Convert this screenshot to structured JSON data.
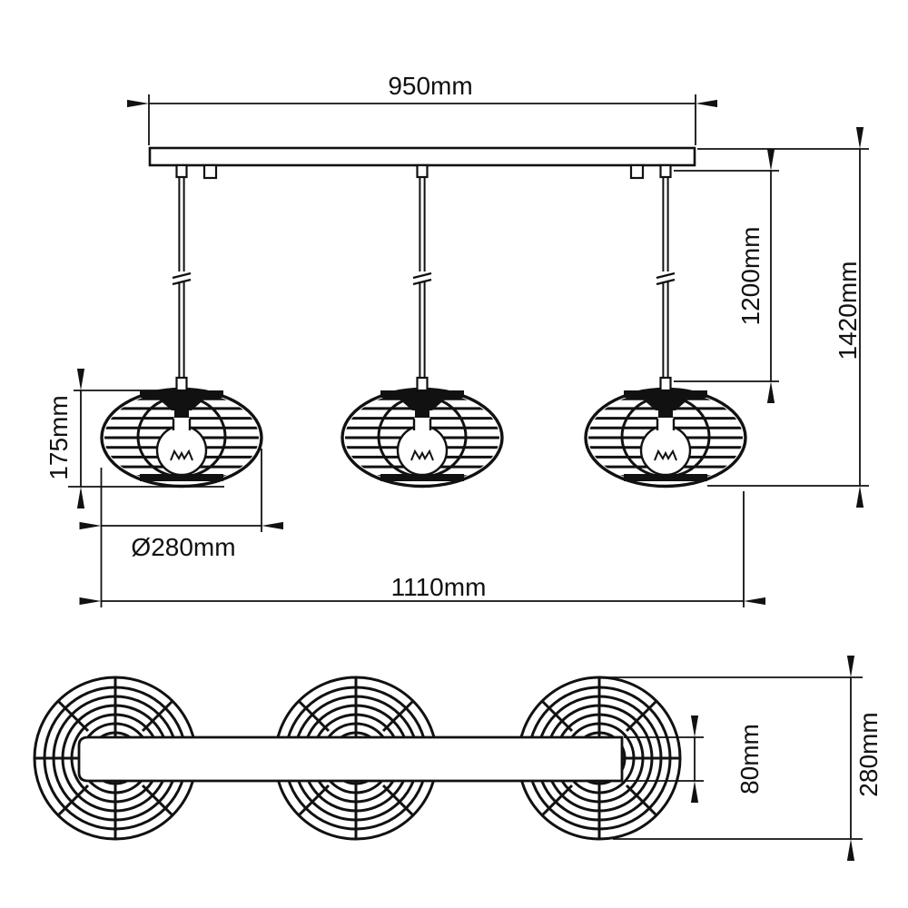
{
  "drawing": {
    "title": "pendant-lamp-dimension-diagram",
    "dimensions": {
      "canopy_width": "950mm",
      "pendant_cord_length": "1200mm",
      "overall_height": "1420mm",
      "shade_height": "175mm",
      "shade_diameter": "Ø280mm",
      "overall_width": "1110mm",
      "plan_bar_width": "80mm",
      "plan_overall_depth": "280mm"
    },
    "colors": {
      "line": "#111111",
      "background": "#ffffff"
    }
  }
}
